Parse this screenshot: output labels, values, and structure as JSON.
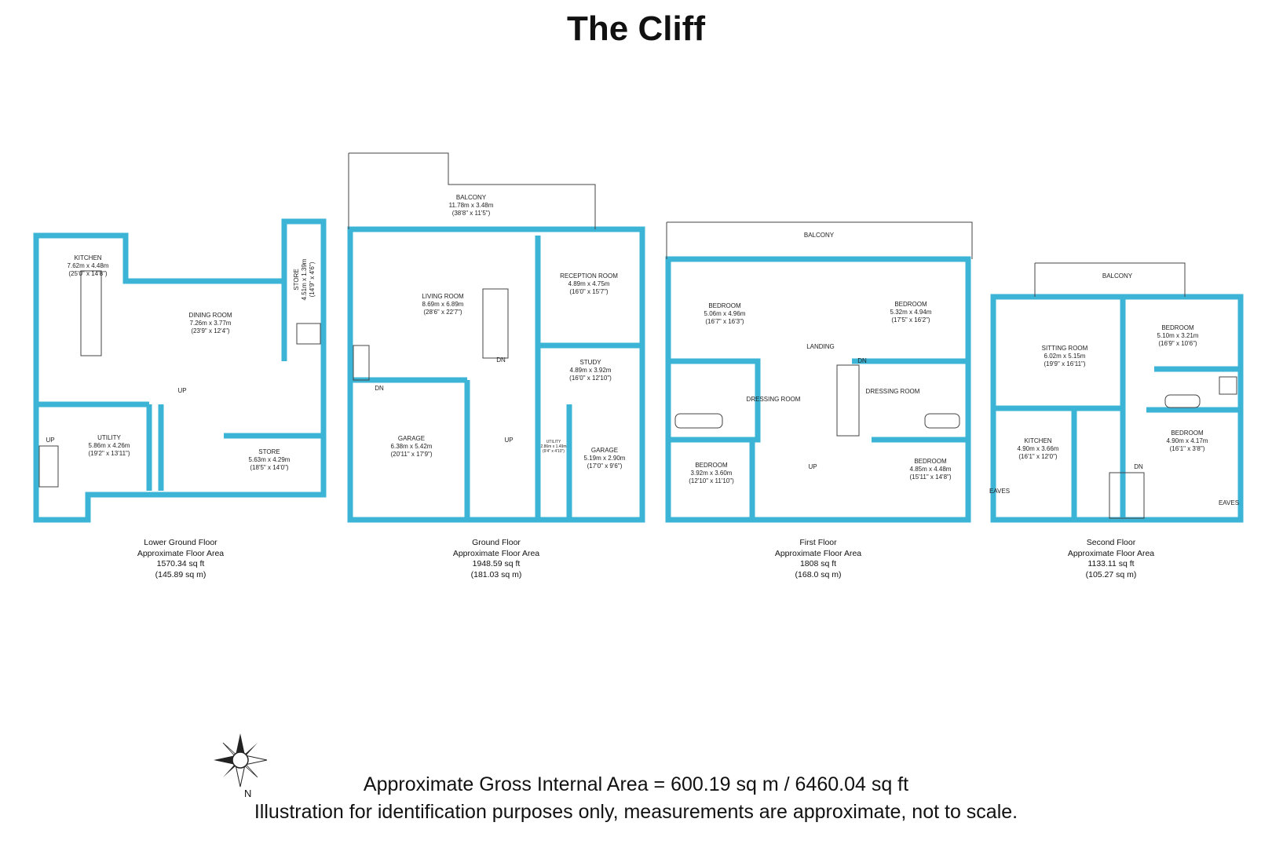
{
  "title": "The Cliff",
  "colors": {
    "wall": "#3cb4d6",
    "line": "#333333",
    "text": "#111111"
  },
  "floors": [
    {
      "name": "Lower Ground Floor",
      "area_label": "Approximate Floor Area",
      "sq_ft": "1570.34 sq ft",
      "sq_m": "(145.89 sq m)",
      "rooms": [
        {
          "name": "KITCHEN",
          "dim_m": "7.62m x 4.48m",
          "dim_ft": "(25'0\" x 14'8\")"
        },
        {
          "name": "DINING ROOM",
          "dim_m": "7.26m x 3.77m",
          "dim_ft": "(23'9\" x 12'4\")"
        },
        {
          "name": "STORE",
          "dim_m": "4.51m x 1.39m",
          "dim_ft": "(14'9\" x 4'6\")"
        },
        {
          "name": "UTILITY",
          "dim_m": "5.86m x 4.26m",
          "dim_ft": "(19'2\" x 13'11\")"
        },
        {
          "name": "STORE",
          "dim_m": "5.63m x 4.29m",
          "dim_ft": "(18'5\" x 14'0\")"
        }
      ],
      "labels": [
        "UP",
        "UP"
      ]
    },
    {
      "name": "Ground Floor",
      "area_label": "Approximate Floor Area",
      "sq_ft": "1948.59 sq ft",
      "sq_m": "(181.03 sq m)",
      "rooms": [
        {
          "name": "BALCONY",
          "dim_m": "11.78m x 3.48m",
          "dim_ft": "(38'8\" x 11'5\")"
        },
        {
          "name": "LIVING ROOM",
          "dim_m": "8.69m x 6.89m",
          "dim_ft": "(28'6\" x 22'7\")"
        },
        {
          "name": "RECEPTION ROOM",
          "dim_m": "4.89m x 4.75m",
          "dim_ft": "(16'0\" x 15'7\")"
        },
        {
          "name": "STUDY",
          "dim_m": "4.89m x 3.92m",
          "dim_ft": "(16'0\" x 12'10\")"
        },
        {
          "name": "GARAGE",
          "dim_m": "6.38m x 5.42m",
          "dim_ft": "(20'11\" x 17'9\")"
        },
        {
          "name": "GARAGE",
          "dim_m": "5.19m x 2.90m",
          "dim_ft": "(17'0\" x 9'6\")"
        },
        {
          "name": "UTILITY",
          "dim_m": "2.86m x 1.49m",
          "dim_ft": "(9'4\" x 4'10\")"
        }
      ],
      "labels": [
        "DN",
        "DN",
        "UP"
      ]
    },
    {
      "name": "First Floor",
      "area_label": "Approximate Floor Area",
      "sq_ft": "1808 sq ft",
      "sq_m": "(168.0 sq m)",
      "rooms": [
        {
          "name": "BALCONY",
          "dim_m": "",
          "dim_ft": ""
        },
        {
          "name": "BEDROOM",
          "dim_m": "5.06m x 4.96m",
          "dim_ft": "(16'7\" x 16'3\")"
        },
        {
          "name": "BEDROOM",
          "dim_m": "5.32m x 4.94m",
          "dim_ft": "(17'5\" x 16'2\")"
        },
        {
          "name": "LANDING",
          "dim_m": "",
          "dim_ft": ""
        },
        {
          "name": "DRESSING ROOM",
          "dim_m": "",
          "dim_ft": ""
        },
        {
          "name": "DRESSING ROOM",
          "dim_m": "",
          "dim_ft": ""
        },
        {
          "name": "BEDROOM",
          "dim_m": "3.92m x 3.60m",
          "dim_ft": "(12'10\" x 11'10\")"
        },
        {
          "name": "BEDROOM",
          "dim_m": "4.85m x 4.48m",
          "dim_ft": "(15'11\" x 14'8\")"
        }
      ],
      "labels": [
        "DN",
        "UP"
      ]
    },
    {
      "name": "Second Floor",
      "area_label": "Approximate Floor Area",
      "sq_ft": "1133.11 sq ft",
      "sq_m": "(105.27 sq m)",
      "rooms": [
        {
          "name": "BALCONY",
          "dim_m": "",
          "dim_ft": ""
        },
        {
          "name": "SITTING ROOM",
          "dim_m": "6.02m x 5.15m",
          "dim_ft": "(19'9\" x 16'11\")"
        },
        {
          "name": "BEDROOM",
          "dim_m": "5.10m x 3.21m",
          "dim_ft": "(16'9\" x 10'6\")"
        },
        {
          "name": "KITCHEN",
          "dim_m": "4.90m x 3.66m",
          "dim_ft": "(16'1\" x 12'0\")"
        },
        {
          "name": "BEDROOM",
          "dim_m": "4.90m x 4.17m",
          "dim_ft": "(16'1\" x 3'8\")"
        }
      ],
      "labels": [
        "DN",
        "EAVES",
        "EAVES"
      ]
    }
  ],
  "compass": {
    "label": "N"
  },
  "gross_area": "Approximate Gross Internal Area = 600.19 sq m / 6460.04 sq ft",
  "disclaimer": "Illustration for identification purposes only, measurements are approximate, not to scale."
}
